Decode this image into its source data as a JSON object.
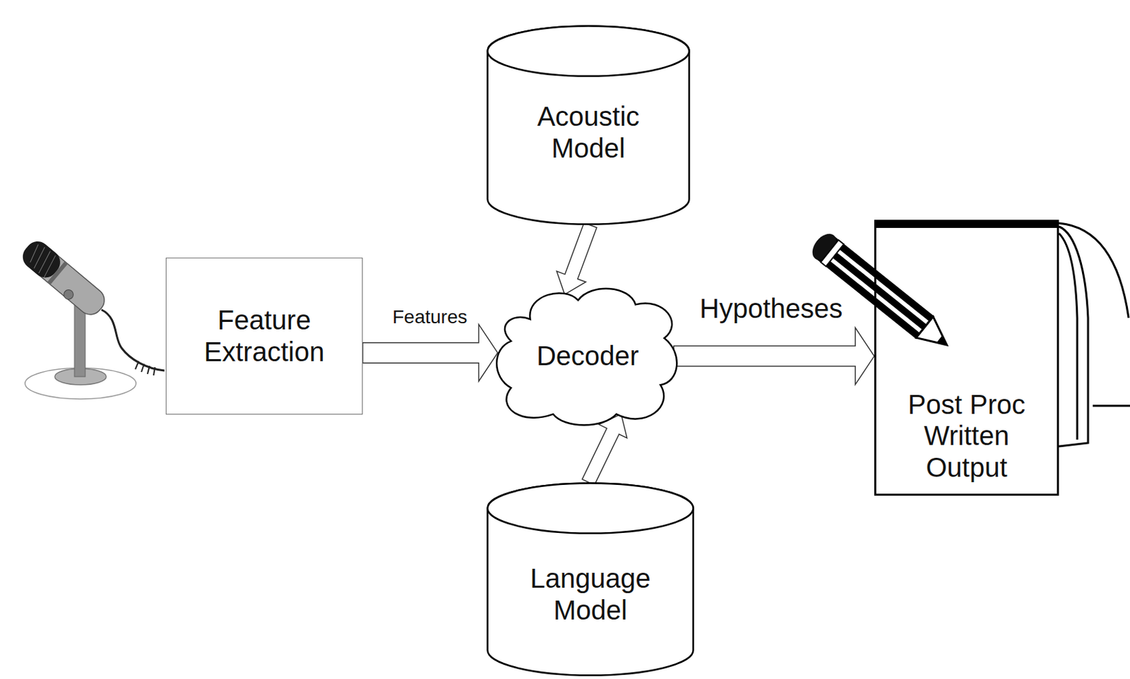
{
  "diagram": {
    "nodes": [
      {
        "text": [
          "Feature Extraction"
        ]
      },
      {
        "text": [
          "Acoustic Model"
        ]
      },
      {
        "text": [
          "Decoder"
        ]
      },
      {
        "text": [
          "Language Model"
        ]
      },
      {
        "text": [
          "Post Proc Written Output"
        ]
      }
    ],
    "edges": [
      {
        "from": 0,
        "to": 2,
        "label": "Features",
        "arrow": "to"
      },
      {
        "from": 1,
        "to": 2,
        "arrow": "to"
      },
      {
        "from": 3,
        "to": 2,
        "arrow": "to"
      },
      {
        "from": 2,
        "to": 4,
        "label": "Hypotheses",
        "arrow": "to"
      }
    ]
  }
}
